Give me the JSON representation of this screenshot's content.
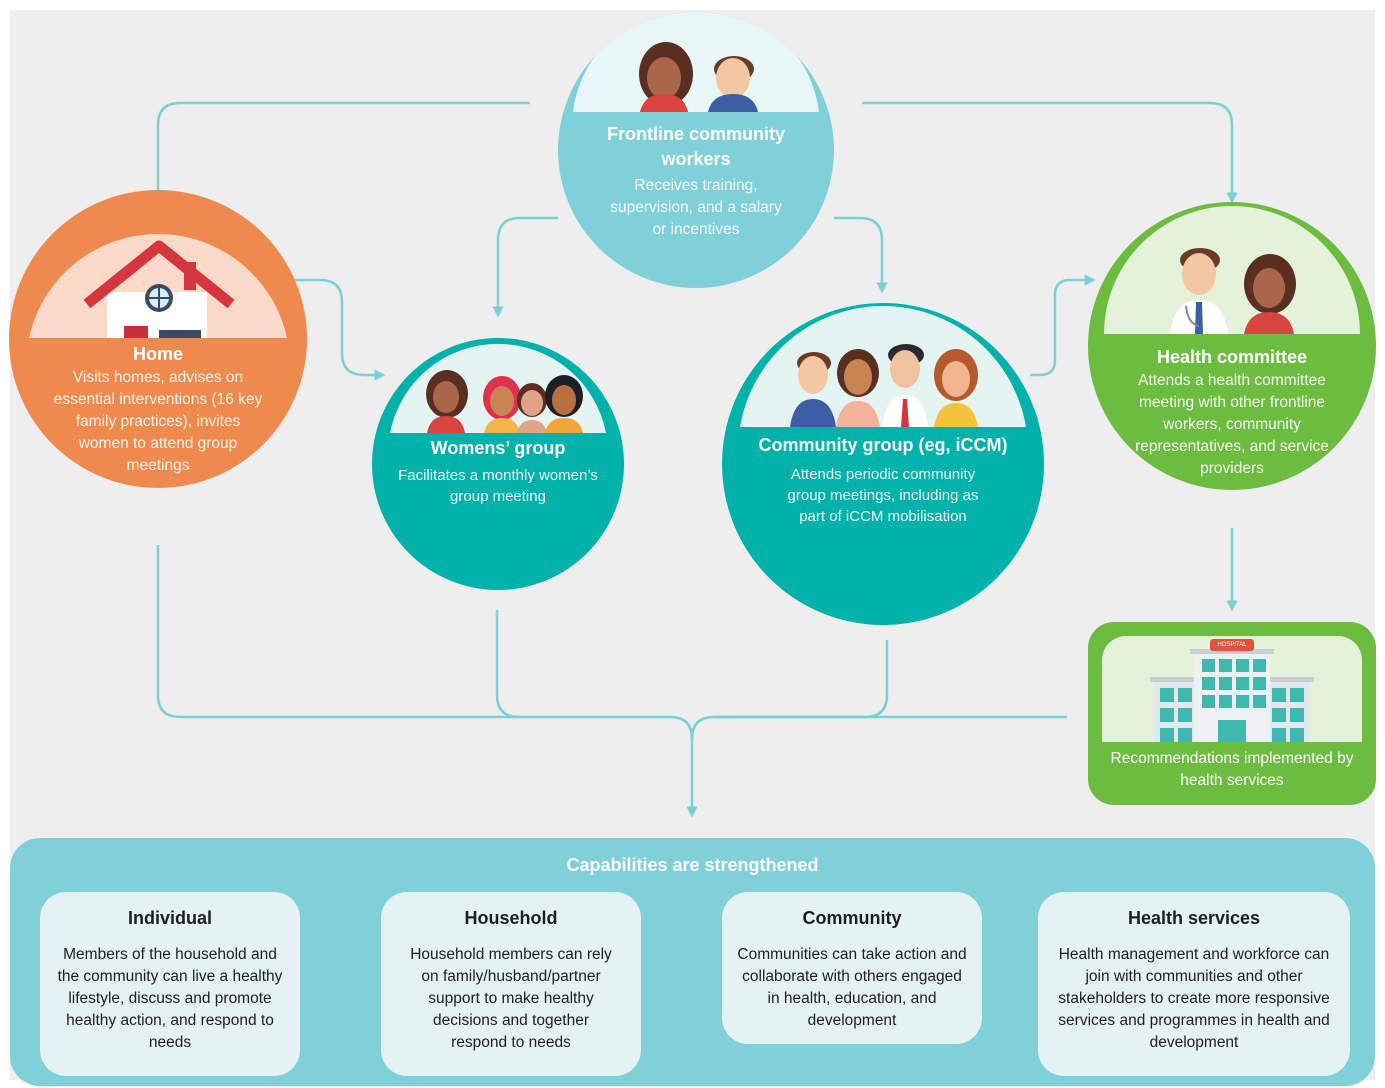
{
  "frontline": {
    "title": "Frontline community workers",
    "desc": "Receives training, supervision, and a salary or incentives"
  },
  "home": {
    "title": "Home",
    "desc": "Visits homes, advises on essential interventions (16 key family practices), invites women to attend group meetings"
  },
  "womens_group": {
    "title": "Womens’ group",
    "desc": "Facilitates a monthly women’s group meeting"
  },
  "community_group": {
    "title": "Community group (eg, iCCM)",
    "desc": "Attends periodic community group meetings, including as part of iCCM mobilisation"
  },
  "health_committee": {
    "title": "Health committee",
    "desc": "Attends a health committee meeting with other frontline workers, community representatives, and service providers"
  },
  "health_services_box": {
    "sign": "HOSPITAL",
    "desc": "Recommendations implemented by health services"
  },
  "capabilities": {
    "title": "Capabilities are strengthened",
    "items": [
      {
        "title": "Individual",
        "desc": "Members of the household and the community can live a healthy lifestyle, discuss and promote healthy action, and respond to needs"
      },
      {
        "title": "Household",
        "desc": "Household members can rely on family/husband/partner support to make healthy decisions and together respond to needs"
      },
      {
        "title": "Community",
        "desc": "Communities can take action and collaborate with others engaged in health, education, and development"
      },
      {
        "title": "Health services",
        "desc": "Health management and workforce can join with communities and other stakeholders to create more responsive services and programmes in health and development"
      }
    ]
  },
  "colors": {
    "panel_bg": "#eeeeee",
    "light_teal": "#7fd0d9",
    "teal": "#00b2a9",
    "orange": "#ef8a4e",
    "green": "#6bbc3f",
    "arrow": "#7ccfd8",
    "cap_box": "#e4f2f4"
  }
}
